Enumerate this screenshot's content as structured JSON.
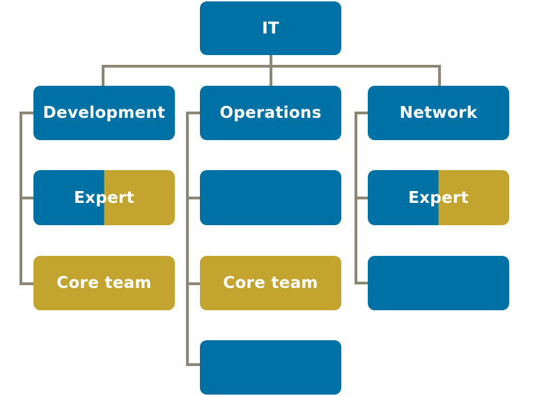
{
  "colors": {
    "blue": "#0071a4",
    "gold": "#c2a42f",
    "connector": "#8c8674"
  },
  "root": {
    "label": "IT"
  },
  "columns": [
    {
      "department": "Development",
      "children": [
        {
          "label": "Expert",
          "style": "split"
        },
        {
          "label": "Core team",
          "style": "gold"
        }
      ]
    },
    {
      "department": "Operations",
      "children": [
        {
          "label": "",
          "style": "blue"
        },
        {
          "label": "Core team",
          "style": "gold"
        },
        {
          "label": "",
          "style": "blue"
        }
      ]
    },
    {
      "department": "Network",
      "children": [
        {
          "label": "Expert",
          "style": "split"
        },
        {
          "label": "",
          "style": "blue"
        }
      ]
    }
  ]
}
